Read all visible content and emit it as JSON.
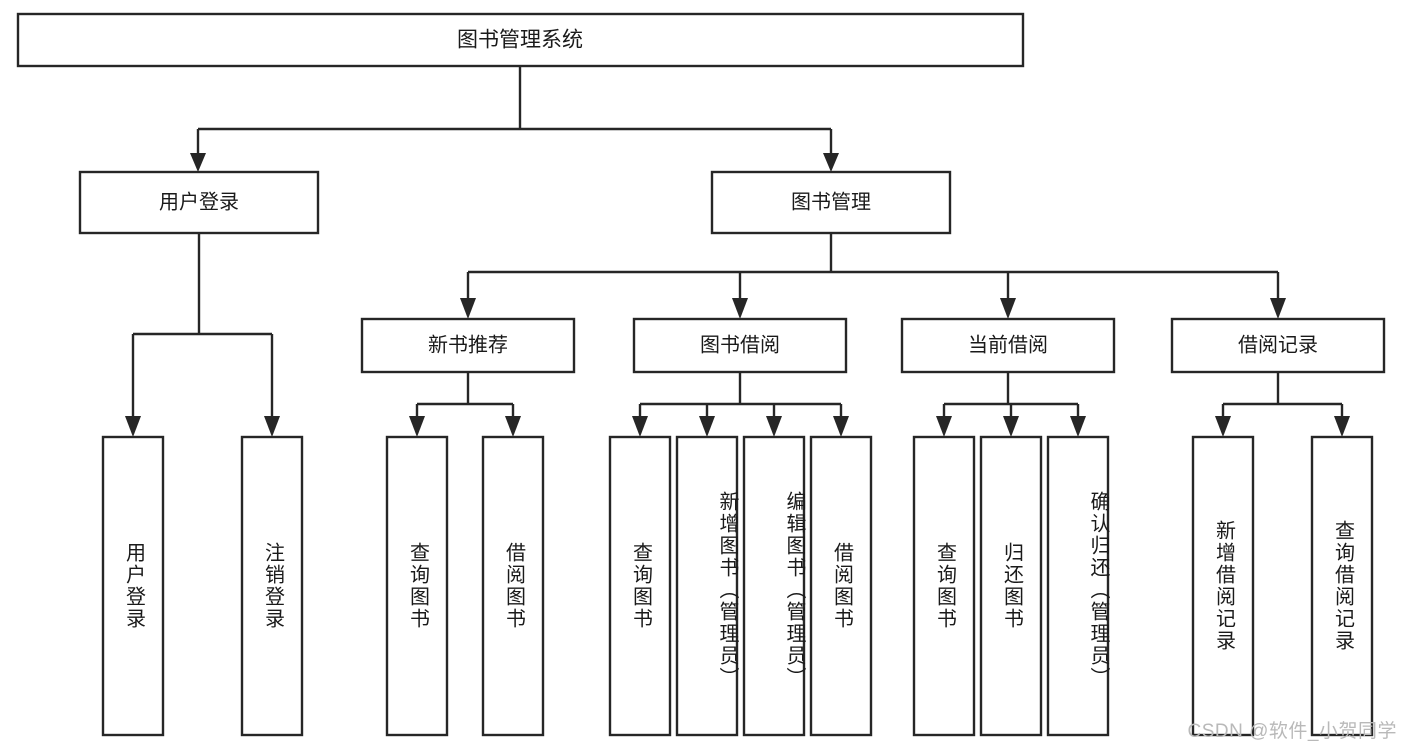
{
  "diagram": {
    "type": "hierarchy-tree",
    "title": "图书管理系统",
    "orientation": "top-down",
    "levels": 4,
    "root": {
      "id": "root",
      "label": "图书管理系统",
      "text_orientation": "horizontal"
    },
    "level2": [
      {
        "id": "user-login",
        "label": "用户登录",
        "text_orientation": "horizontal"
      },
      {
        "id": "book-manage",
        "label": "图书管理",
        "text_orientation": "horizontal"
      }
    ],
    "level3": [
      {
        "id": "new-book-recommend",
        "label": "新书推荐",
        "parent": "book-manage",
        "text_orientation": "horizontal"
      },
      {
        "id": "book-borrow",
        "label": "图书借阅",
        "parent": "book-manage",
        "text_orientation": "horizontal"
      },
      {
        "id": "current-borrow",
        "label": "当前借阅",
        "parent": "book-manage",
        "text_orientation": "horizontal"
      },
      {
        "id": "borrow-record",
        "label": "借阅记录",
        "parent": "book-manage",
        "text_orientation": "horizontal"
      }
    ],
    "leaves": [
      {
        "id": "leaf-user-login",
        "label": "用户登录",
        "parent": "user-login",
        "text_orientation": "vertical"
      },
      {
        "id": "leaf-user-logout",
        "label": "注销登录",
        "parent": "user-login",
        "text_orientation": "vertical"
      },
      {
        "id": "leaf-query-book-1",
        "label": "查询图书",
        "parent": "new-book-recommend",
        "text_orientation": "vertical"
      },
      {
        "id": "leaf-borrow-book-1",
        "label": "借阅图书",
        "parent": "new-book-recommend",
        "text_orientation": "vertical"
      },
      {
        "id": "leaf-query-book-2",
        "label": "查询图书",
        "parent": "book-borrow",
        "text_orientation": "vertical"
      },
      {
        "id": "leaf-add-book",
        "label": "新增图书（管理员）",
        "parent": "book-borrow",
        "text_orientation": "vertical"
      },
      {
        "id": "leaf-edit-book",
        "label": "编辑图书（管理员）",
        "parent": "book-borrow",
        "text_orientation": "vertical"
      },
      {
        "id": "leaf-borrow-book-2",
        "label": "借阅图书",
        "parent": "book-borrow",
        "text_orientation": "vertical"
      },
      {
        "id": "leaf-query-book-3",
        "label": "查询图书",
        "parent": "current-borrow",
        "text_orientation": "vertical"
      },
      {
        "id": "leaf-return-book",
        "label": "归还图书",
        "parent": "current-borrow",
        "text_orientation": "vertical"
      },
      {
        "id": "leaf-confirm-return",
        "label": "确认归还（管理员）",
        "parent": "current-borrow",
        "text_orientation": "vertical"
      },
      {
        "id": "leaf-add-record",
        "label": "新增借阅记录",
        "parent": "borrow-record",
        "text_orientation": "vertical"
      },
      {
        "id": "leaf-query-record",
        "label": "查询借阅记录",
        "parent": "borrow-record",
        "text_orientation": "vertical"
      }
    ]
  },
  "watermark": {
    "text": "CSDN @软件_小贺同学"
  },
  "colors": {
    "background": "#ffffff",
    "box_fill": "#ffffff",
    "stroke": "#262626",
    "text": "#1a1a1a",
    "watermark": "#b9b9b9"
  }
}
